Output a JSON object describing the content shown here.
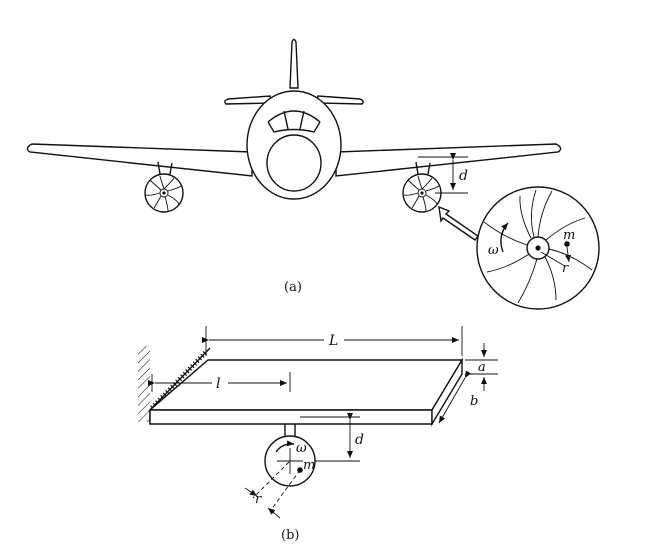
{
  "figure_a": {
    "caption": "(a)",
    "label_d": "d",
    "label_m": "m",
    "label_omega": "ω",
    "label_r": "r"
  },
  "figure_b": {
    "caption": "(b)",
    "label_L": "L",
    "label_l": "l",
    "label_a": "a",
    "label_b": "b",
    "label_d": "d",
    "label_omega": "ω",
    "label_m": "m",
    "label_r": "r"
  }
}
